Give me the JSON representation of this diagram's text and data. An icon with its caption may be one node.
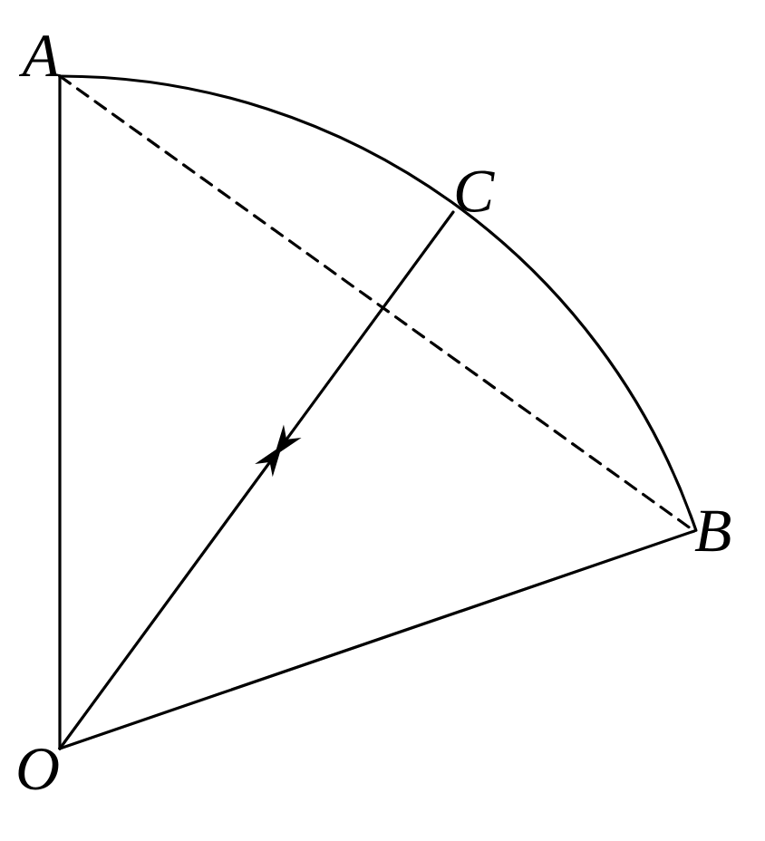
{
  "diagram": {
    "nodes": [
      {
        "text": [
          "A"
        ]
      },
      {
        "text": [
          "B"
        ]
      },
      {
        "text": [
          "C"
        ]
      },
      {
        "text": [
          "O"
        ]
      }
    ],
    "edges": [
      {
        "from": 3,
        "to": 0,
        "arrow": "none"
      },
      {
        "from": 3,
        "to": 1,
        "arrow": "none"
      },
      {
        "from": 0,
        "to": 1,
        "arrow": "none",
        "style": "dashed"
      },
      {
        "from": 0,
        "to": 1,
        "arrow": "none"
      },
      {
        "from": 2,
        "to": null,
        "arrow": "to"
      },
      {
        "from": 3,
        "to": null,
        "arrow": "to"
      }
    ]
  }
}
